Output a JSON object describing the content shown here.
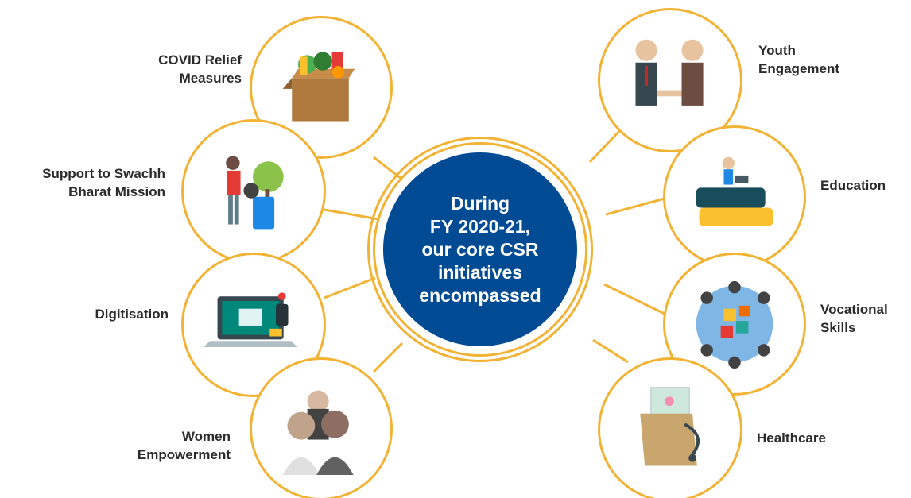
{
  "center": {
    "lines": [
      "During",
      "FY 2020-21,",
      "our core CSR",
      "initiatives",
      "encompassed"
    ]
  },
  "initiatives_left": [
    {
      "lines": [
        "COVID Relief",
        "Measures"
      ],
      "icon": "food-box-icon"
    },
    {
      "lines": [
        "Support to Swachh",
        "Bharat Mission"
      ],
      "icon": "garbage-bin-icon"
    },
    {
      "lines": [
        "Digitisation"
      ],
      "icon": "laptop-banking-icon"
    },
    {
      "lines": [
        "Women",
        "Empowerment"
      ],
      "icon": "women-group-icon"
    }
  ],
  "initiatives_right": [
    {
      "lines": [
        "Youth",
        "Engagement"
      ],
      "icon": "handshake-icon"
    },
    {
      "lines": [
        "Education"
      ],
      "icon": "books-icon"
    },
    {
      "lines": [
        "Vocational",
        "Skills"
      ],
      "icon": "puzzle-team-icon"
    },
    {
      "lines": [
        "Healthcare"
      ],
      "icon": "medical-folder-icon"
    }
  ],
  "colors": {
    "accent": "#f2b233",
    "hub": "#014b94",
    "text": "#2b2b2b"
  }
}
